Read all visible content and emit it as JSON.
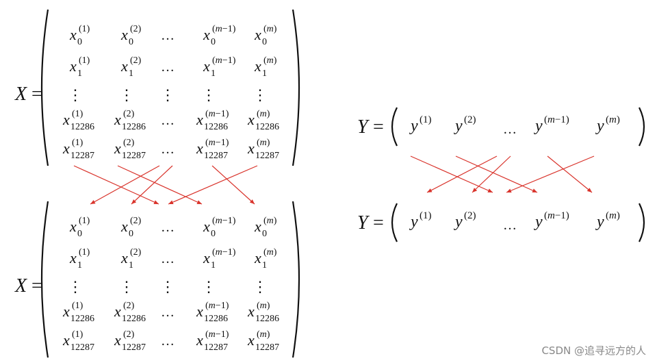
{
  "left": {
    "label": "X",
    "equals": "=",
    "columns": [
      {
        "sup": "(1)"
      },
      {
        "sup": "(2)"
      },
      {
        "sup": ""
      },
      {
        "sup": "(m−1)"
      },
      {
        "sup": "(m)"
      }
    ],
    "rows": [
      {
        "sub": "0"
      },
      {
        "sub": "1"
      },
      {
        "sub": ""
      },
      {
        "sub": "12286"
      },
      {
        "sub": "12287"
      }
    ],
    "base": "x",
    "hdots": "…",
    "vdots": "⋮"
  },
  "right": {
    "label": "Y",
    "equals": "=",
    "base": "y",
    "items": [
      "(1)",
      "(2)",
      "",
      "(m−1)",
      "(m)"
    ],
    "hdots": "…"
  },
  "arrow_color": "#d9332b",
  "watermark": "CSDN @追寻远方的人"
}
